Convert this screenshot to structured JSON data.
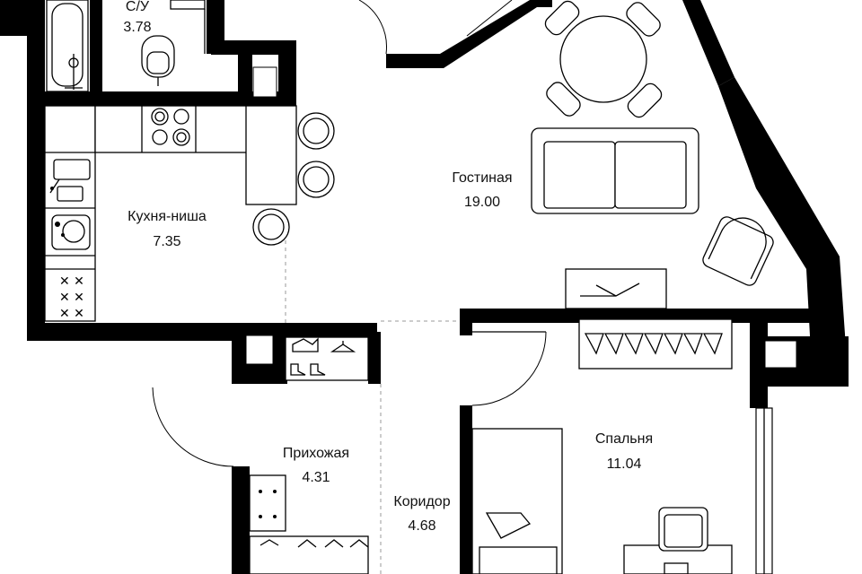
{
  "rooms": [
    {
      "name": "С/У",
      "area": "3.78"
    },
    {
      "name": "Кухня-ниша",
      "area": "7.35"
    },
    {
      "name": "Гостиная",
      "area": "19.00"
    },
    {
      "name": "Прихожая",
      "area": "4.31"
    },
    {
      "name": "Коридор",
      "area": "4.68"
    },
    {
      "name": "Спальня",
      "area": "11.04"
    }
  ],
  "colors": {
    "wall": "#000000",
    "background": "#ffffff",
    "divider": "#9a9a9a"
  },
  "icons": [
    "bathtub-icon",
    "toilet-icon",
    "sink-icon",
    "stove-icon",
    "chair-icon",
    "sofa-icon",
    "armchair-icon",
    "tv-stand-icon",
    "wardrobe-icon",
    "bed-icon",
    "desk-icon",
    "dining-table-icon",
    "hanger-icon",
    "shoes-icon"
  ]
}
